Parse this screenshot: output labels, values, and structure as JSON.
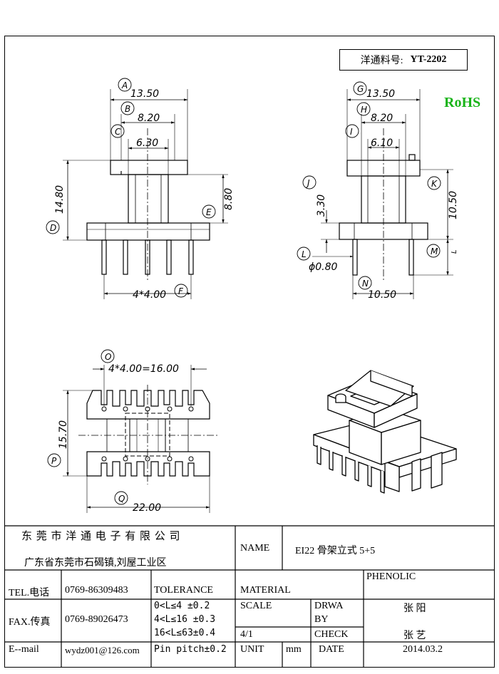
{
  "part_number": {
    "label": "洋通料号:",
    "value": "YT-2202"
  },
  "rohs": "RoHS",
  "front_view": {
    "dims": {
      "A": "13.50",
      "B": "8.20",
      "C": "6.30",
      "D": "14.80",
      "E": "8.80",
      "F": "4*4.00"
    },
    "letters": [
      "A",
      "B",
      "C",
      "D",
      "E",
      "F"
    ]
  },
  "side_view": {
    "dims": {
      "C": "13.50",
      "H": "8.20",
      "I": "6.10",
      "J": "3.30",
      "K": "10.50",
      "L": "ϕ0.80",
      "N": "10.50",
      "M": "L"
    },
    "letters": [
      "G",
      "H",
      "I",
      "J",
      "K",
      "L",
      "M",
      "N"
    ]
  },
  "bottom_view": {
    "dims": {
      "O": "4*4.00=16.00",
      "P": "15.70",
      "Q": "22.00"
    },
    "letters": [
      "O",
      "P",
      "Q"
    ]
  },
  "title_block": {
    "company_name": "东 莞 市 洋 通 电 子 有 限 公 司",
    "company_address": "广东省东莞市石碣镇,刘屋工业区",
    "name_label": "NAME",
    "name_value": "EI22 骨架立式 5+5",
    "material_value": "PHENOLIC",
    "material_label": "MATERIAL",
    "tel_label": "TEL.电话",
    "tel_value": "0769-86309483",
    "tolerance_label": "TOLERANCE",
    "fax_label": "FAX.传真",
    "fax_value": "0769-89026473",
    "tolerance_lines": [
      "0<L≤4   ±0.2",
      "4<L≤16  ±0.3",
      "16<L≤63±0.4",
      "Pin pitch±0.2"
    ],
    "scale_label": "SCALE",
    "scale_value": "4/1",
    "drawn_label_1": "DRWA",
    "drawn_label_2": "BY",
    "drawn_value": "张 阳",
    "check_label": "CHECK",
    "check_value": "张 艺",
    "email_label": "E--mail",
    "email_value": "wydz001@126.com",
    "unit_label": "UNIT",
    "unit_value": "mm",
    "date_label": "DATE",
    "date_value": "2014.03.2"
  }
}
